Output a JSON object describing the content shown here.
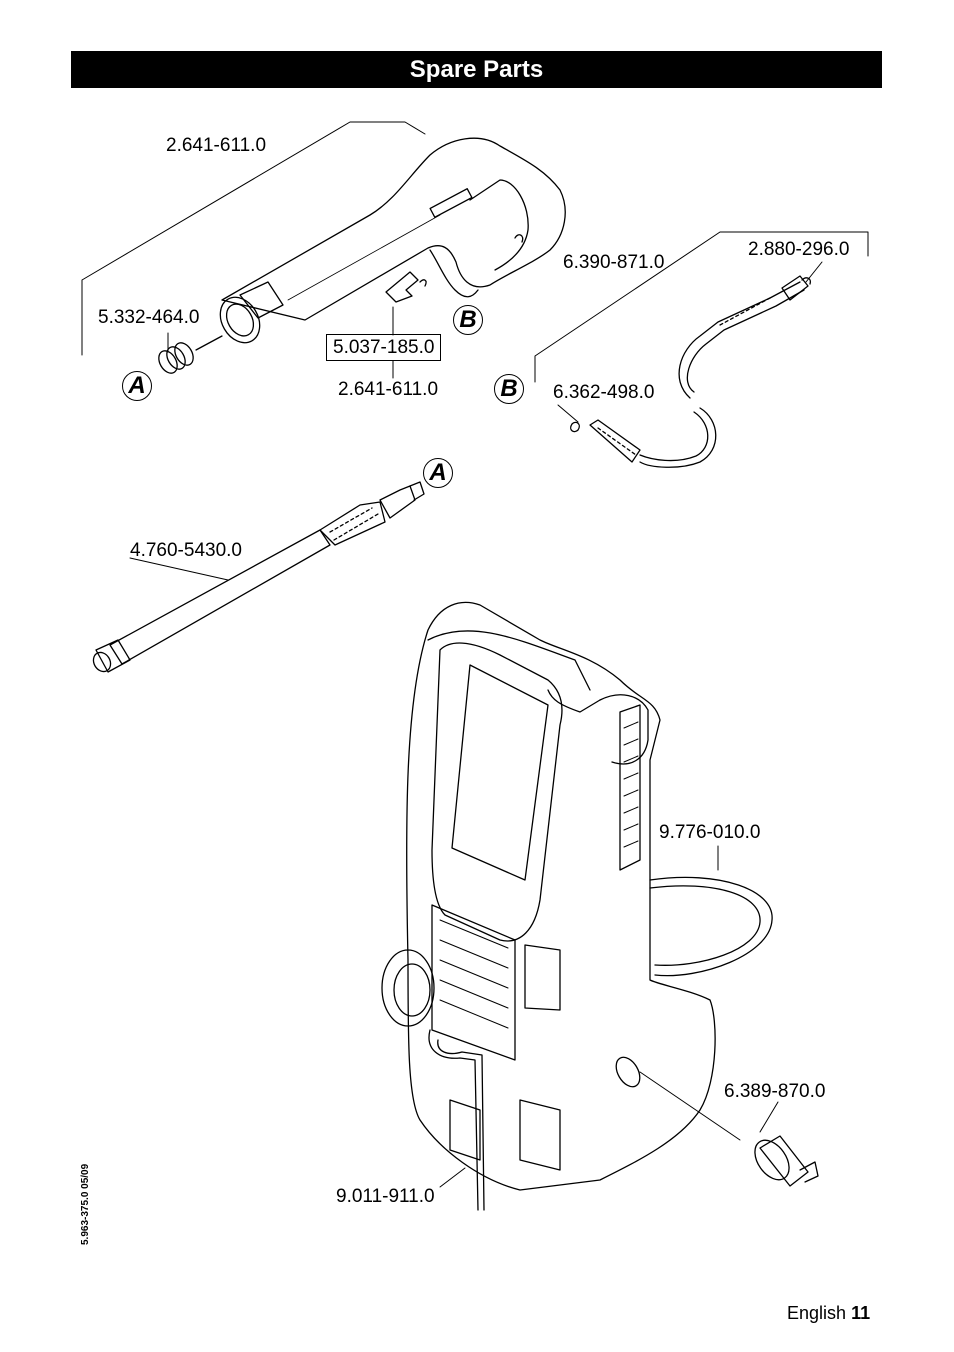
{
  "header": {
    "title": "Spare Parts"
  },
  "callouts": {
    "a": "A",
    "b": "B"
  },
  "parts": {
    "gun_top": "2.641-611.0",
    "spring": "5.332-464.0",
    "clip": "5.037-185.0",
    "gun_bottom": "2.641-611.0",
    "hose": "6.390-871.0",
    "hose_oring": "2.880-296.0",
    "nozzle_oring": "6.362-498.0",
    "lance": "4.760-5430.0",
    "cable": "9.776-010.0",
    "connector": "6.389-870.0",
    "hook": "9.011-911.0"
  },
  "footer": {
    "doc_id": "5.963-375.0  05/09",
    "language": "English",
    "page": "11"
  }
}
